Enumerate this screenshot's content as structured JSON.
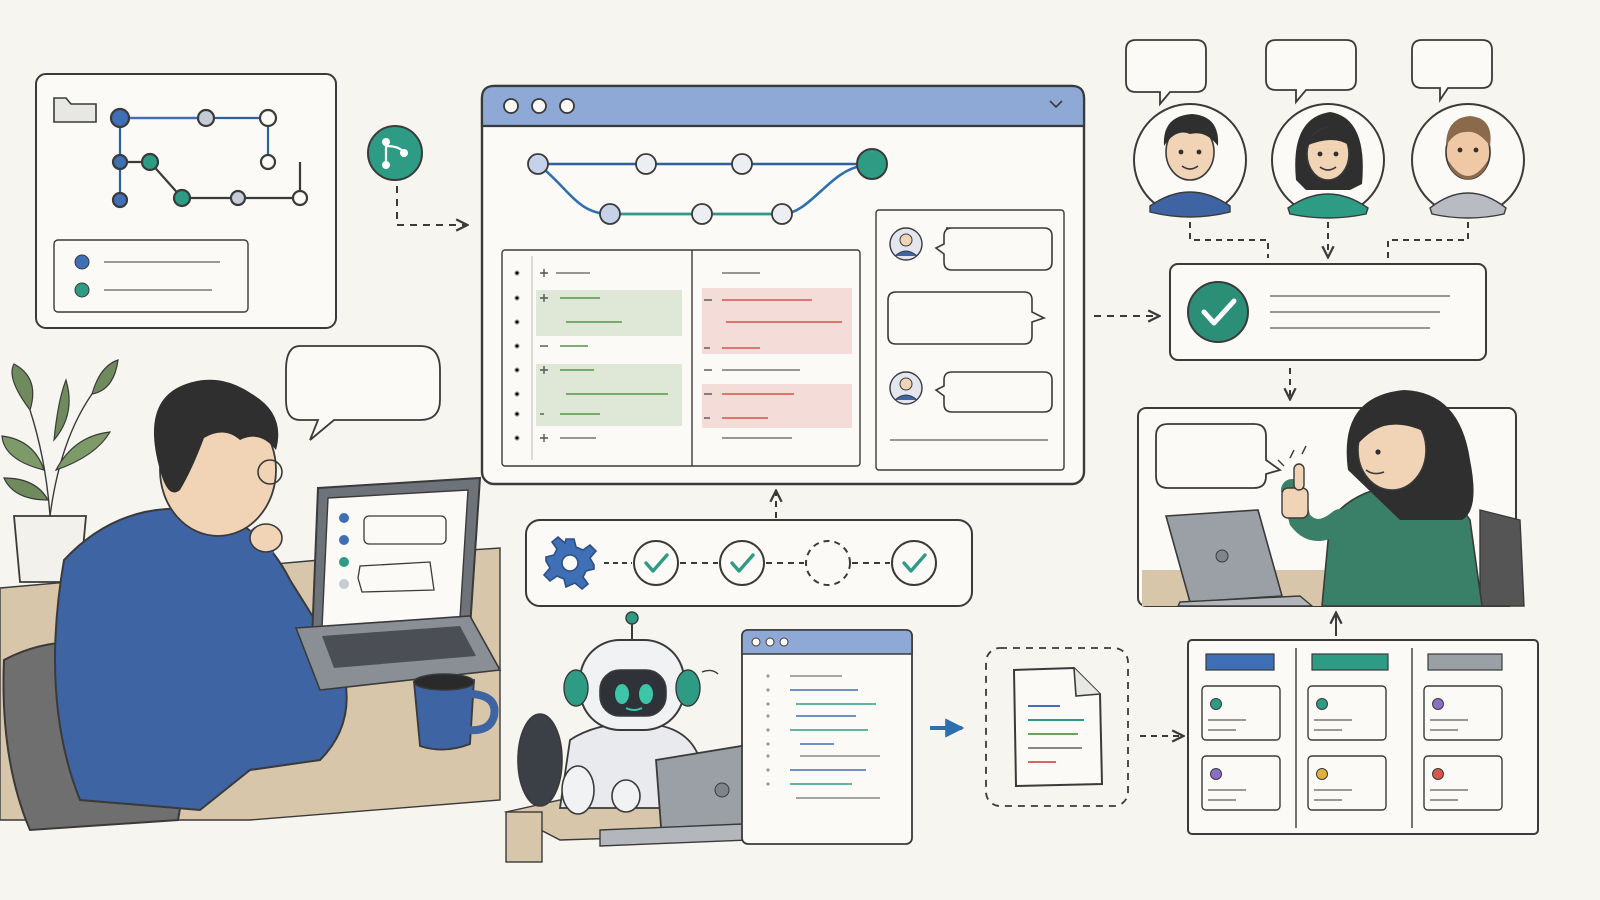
{
  "palette": {
    "ink": "#3a3a3a",
    "paper": "#f7f5ef",
    "card": "#fbfaf6",
    "blue": "#3f6fb5",
    "blue_light": "#8fa9d6",
    "teal": "#2e9c84",
    "teal_dark": "#2b7f6c",
    "green_line": "#6aa35a",
    "green_fill": "#dfe8d6",
    "red_line": "#d9675f",
    "red_fill": "#f4dcd8",
    "grey_node": "#c6ccd6",
    "hoodie": "#3e64a3",
    "sweater": "#3a7f67",
    "hair": "#2f2f2f",
    "skin": "#f1d3b6",
    "wood": "#d7c6a9",
    "purple": "#8a6fc4",
    "yellow": "#e0b23a",
    "red": "#d6584c",
    "grey": "#9aa0a6"
  },
  "icons": {
    "folder": "folder-icon",
    "branch": "git-branch-icon",
    "gear": "gear-icon",
    "check": "check-icon",
    "document": "document-icon",
    "arrow": "arrow-icon"
  },
  "pipeline": {
    "steps": [
      "done",
      "done",
      "pending",
      "done"
    ]
  },
  "kanban": {
    "headers": [
      "#3f6fb5",
      "#2e9c84",
      "#9aa0a6"
    ],
    "card_dots": [
      [
        "#2e9c84",
        "#8a6fc4"
      ],
      [
        "#2e9c84",
        "#e0b23a"
      ],
      [
        "#8a6fc4",
        "#d6584c"
      ]
    ]
  }
}
